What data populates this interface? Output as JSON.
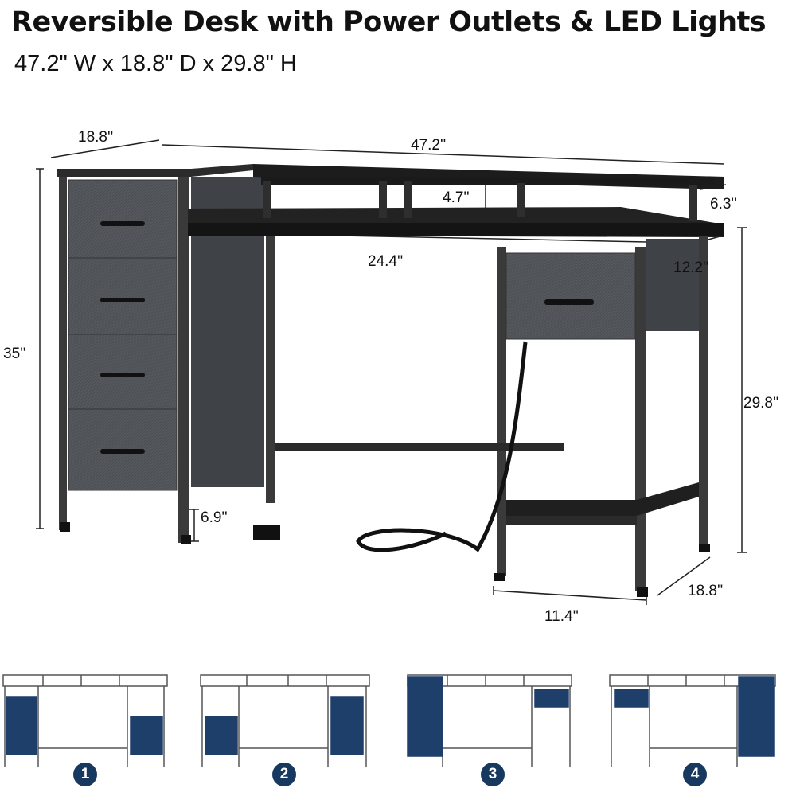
{
  "title": "Reversible Desk with Power Outlets & LED Lights",
  "subtitle": "47.2\" W x 18.8\" D x 29.8\" H",
  "dimensions": {
    "top_width": "47.2''",
    "left_depth": "18.8''",
    "riser_height": "4.7''",
    "riser_depth": "6.3''",
    "desk_span": "24.4''",
    "cabinet_depth": "12.2''",
    "total_height": "35''",
    "desk_height": "29.8''",
    "floor_clearance": "6.9''",
    "cabinet_width": "11.4''",
    "base_depth": "18.8''"
  },
  "configurations": [
    "1",
    "2",
    "3",
    "4"
  ],
  "colors": {
    "frame": "#2a2a2a",
    "fabric": "#4a4d52",
    "drawer_blue": "#1f3f6b",
    "badge": "#17395f"
  }
}
